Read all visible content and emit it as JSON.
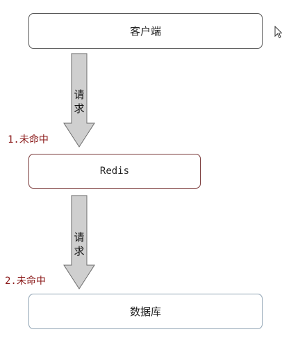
{
  "nodes": {
    "client": "客户端",
    "redis": "Redis",
    "database": "数据库"
  },
  "arrows": {
    "first": {
      "label_line1": "请",
      "label_line2": "求"
    },
    "second": {
      "label_line1": "请",
      "label_line2": "求"
    }
  },
  "annotations": {
    "first_miss": "1.未命中",
    "second_miss": "2.未命中"
  },
  "colors": {
    "arrow_fill": "#cfcfcf",
    "arrow_stroke": "#6b6b6b",
    "miss_text": "#8b1a1a",
    "redis_border": "#7a3a3a",
    "db_border": "#8fa3b3"
  },
  "icons": {
    "cursor": "mouse-pointer-icon"
  }
}
